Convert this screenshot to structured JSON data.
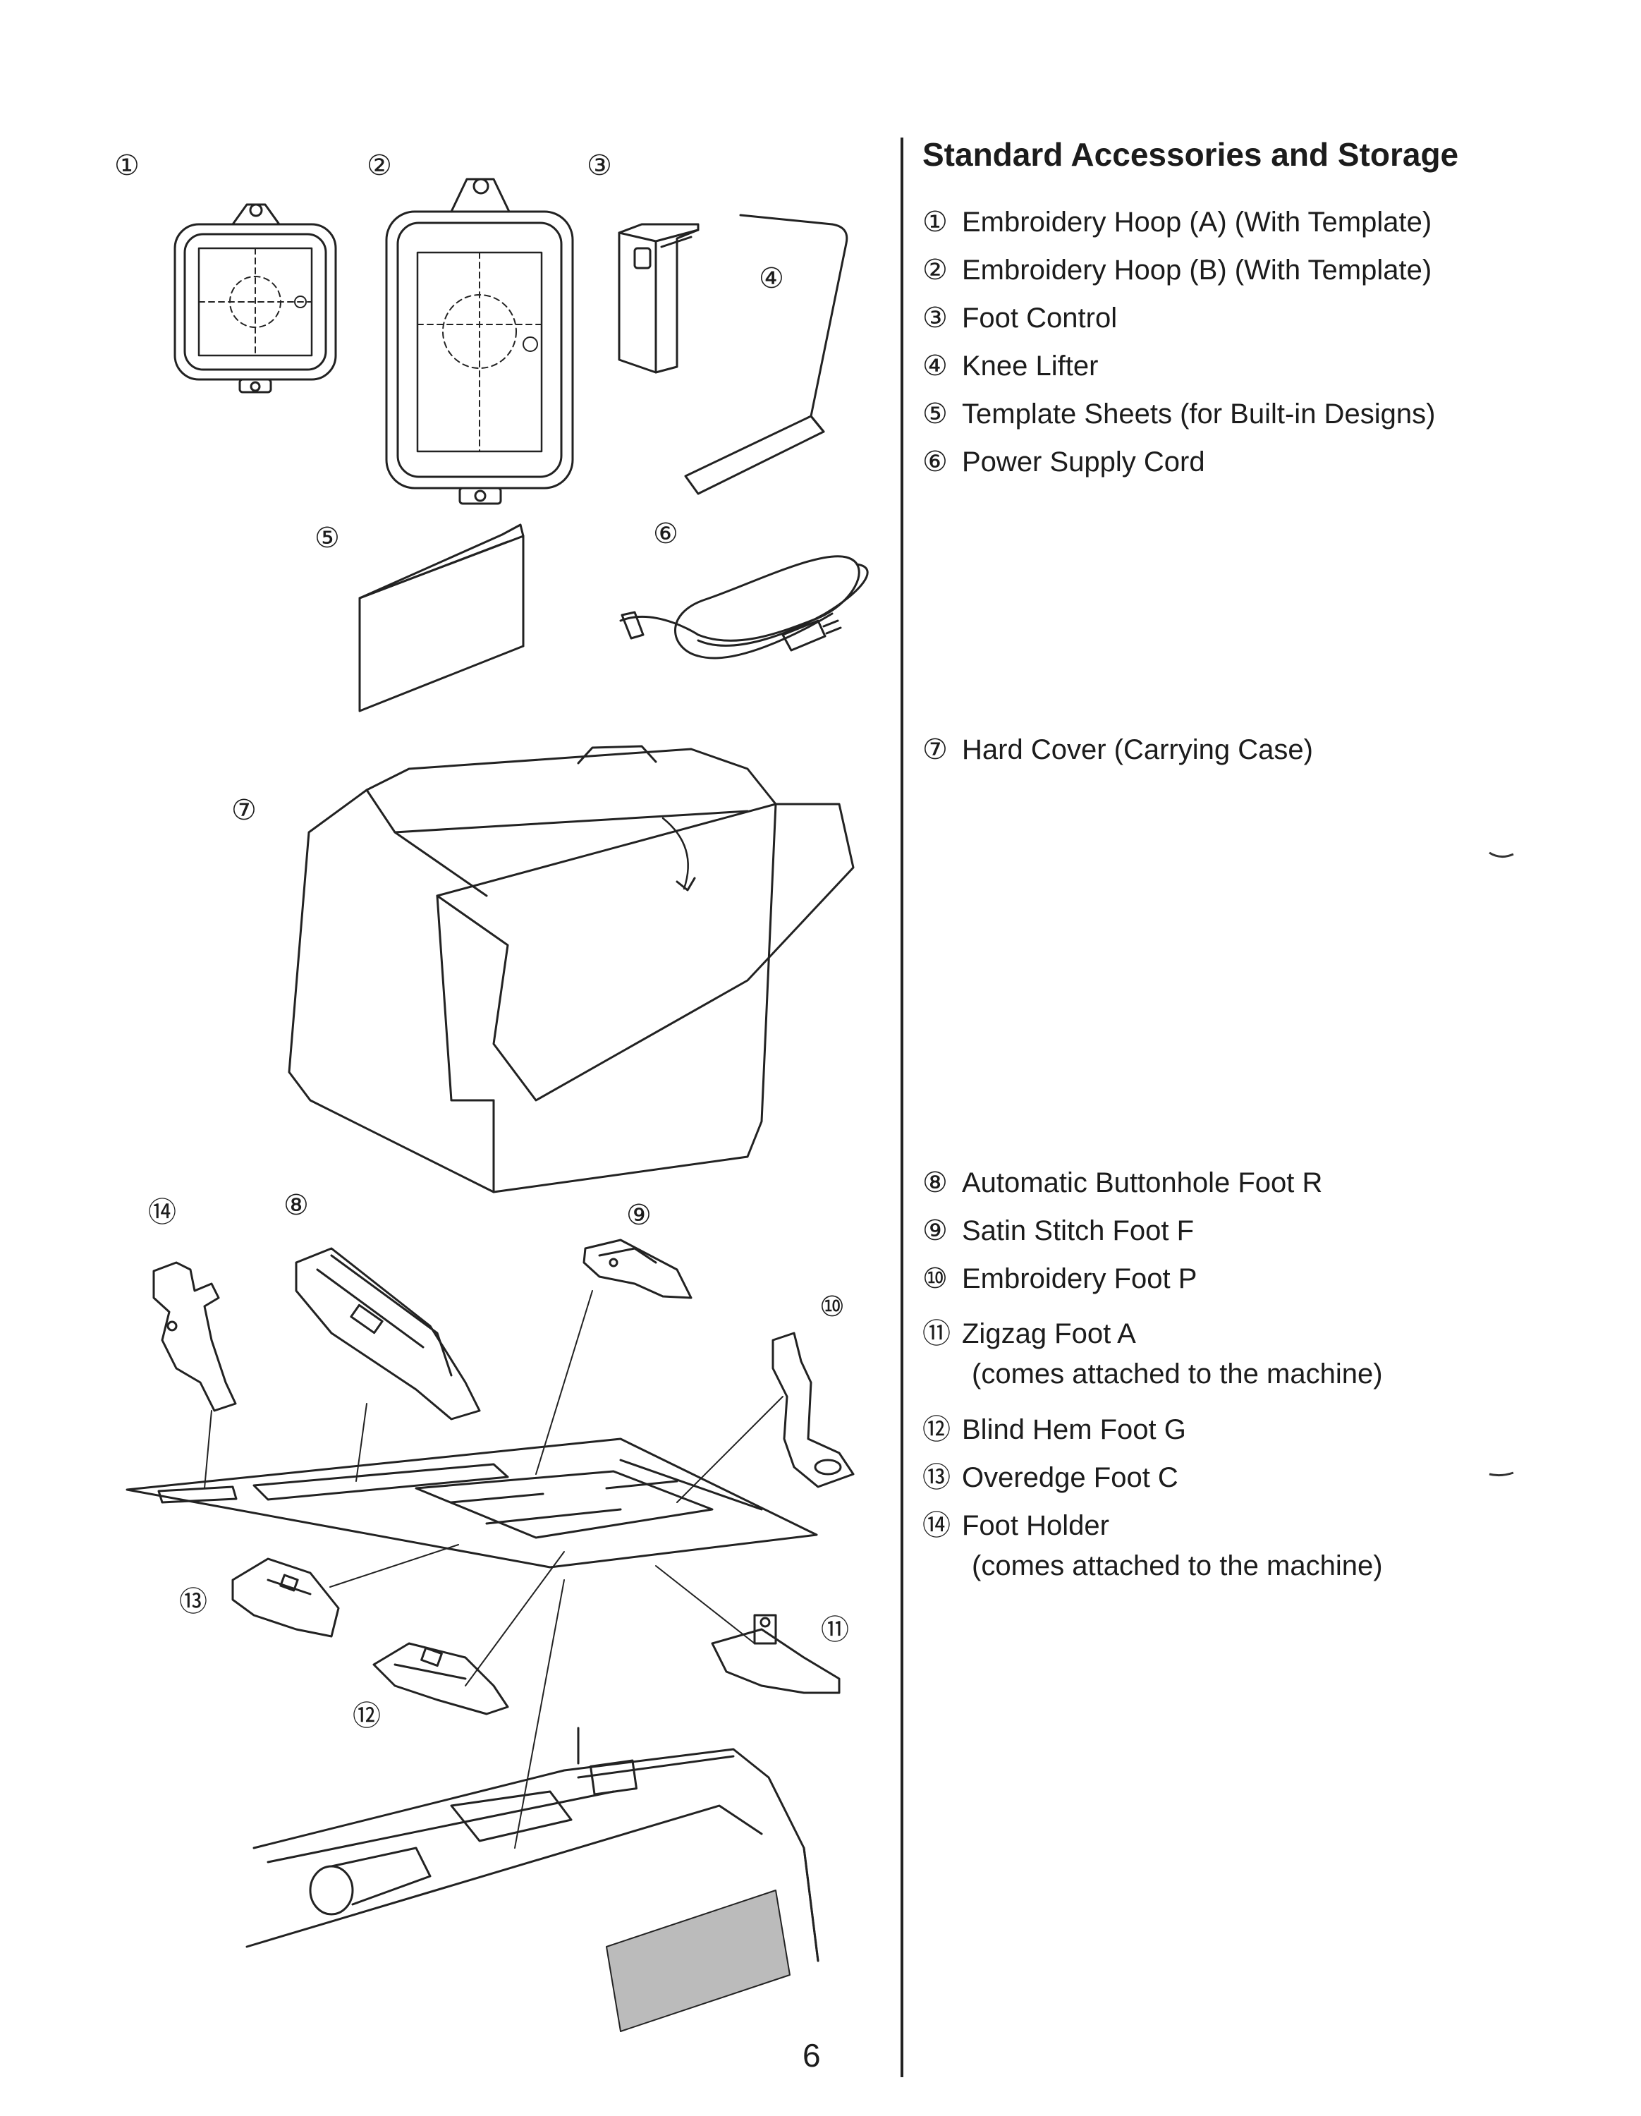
{
  "section": {
    "heading": "Standard Accessories and Storage"
  },
  "accessories": [
    {
      "marker": "①",
      "label": "Embroidery Hoop (A) (With Template)"
    },
    {
      "marker": "②",
      "label": "Embroidery Hoop (B) (With Template)"
    },
    {
      "marker": "③",
      "label": "Foot Control"
    },
    {
      "marker": "④",
      "label": "Knee Lifter"
    },
    {
      "marker": "⑤",
      "label": "Template Sheets (for Built-in Designs)"
    },
    {
      "marker": "⑥",
      "label": "Power Supply Cord"
    },
    {
      "marker": "⑦",
      "label": "Hard Cover (Carrying Case)"
    },
    {
      "marker": "⑧",
      "label": "Automatic Buttonhole Foot R"
    },
    {
      "marker": "⑨",
      "label": "Satin Stitch Foot F"
    },
    {
      "marker": "⑩",
      "label": "Embroidery Foot P"
    },
    {
      "marker": "⑪",
      "label": "Zigzag Foot A",
      "note": "(comes attached to the machine)"
    },
    {
      "marker": "⑫",
      "label": "Blind Hem Foot G"
    },
    {
      "marker": "⑬",
      "label": "Overedge Foot C"
    },
    {
      "marker": "⑭",
      "label": "Foot Holder",
      "note": "(comes attached to the machine)"
    }
  ],
  "illustration_markers": [
    "①",
    "②",
    "③",
    "④",
    "⑤",
    "⑥",
    "⑦",
    "⑧",
    "⑨",
    "⑩",
    "⑪",
    "⑫",
    "⑬",
    "⑭"
  ],
  "page_number": "6"
}
